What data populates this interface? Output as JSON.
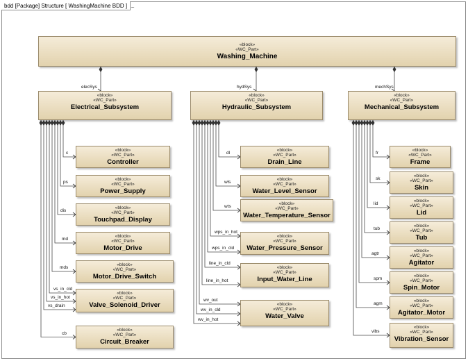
{
  "diagram": {
    "frame_label": "bdd [Package] Structure [ WashingMachine BDD ]",
    "stereotypes": [
      "«block»",
      "«WC_Part»"
    ],
    "root": {
      "name": "Washing_Machine"
    },
    "subsystems": [
      {
        "name": "Electrical_Subsystem",
        "role": "elecSys"
      },
      {
        "name": "Hydraulic_Subsystem",
        "role": "hydSys"
      },
      {
        "name": "Mechanical_Subsystem",
        "role": "mechSys"
      }
    ],
    "electrical_parts": [
      {
        "name": "Controller",
        "roles": [
          "c"
        ]
      },
      {
        "name": "Power_Supply",
        "roles": [
          "ps"
        ]
      },
      {
        "name": "Touchpad_Display",
        "roles": [
          "dis"
        ]
      },
      {
        "name": "Motor_Drive",
        "roles": [
          "md"
        ]
      },
      {
        "name": "Motor_Drive_Switch",
        "roles": [
          "mds"
        ]
      },
      {
        "name": "Valve_Solenoid_Driver",
        "roles": [
          "vs_in_cld",
          "vs_in_hot",
          "vs_drain"
        ]
      },
      {
        "name": "Circuit_Breaker",
        "roles": [
          "cb"
        ]
      }
    ],
    "hydraulic_parts": [
      {
        "name": "Drain_Line",
        "roles": [
          "dl"
        ]
      },
      {
        "name": "Water_Level_Sensor",
        "roles": [
          "wls"
        ]
      },
      {
        "name": "Water_Temperature_Sensor",
        "roles": [
          "wts"
        ]
      },
      {
        "name": "Water_Pressure_Sensor",
        "roles": [
          "wps_in_hot",
          "wps_in_cld"
        ]
      },
      {
        "name": "Input_Water_Line",
        "roles": [
          "line_in_cld",
          "line_in_hot"
        ]
      },
      {
        "name": "Water_Valve",
        "roles": [
          "wv_out",
          "wv_in_cld",
          "wv_in_hot"
        ]
      }
    ],
    "mechanical_parts": [
      {
        "name": "Frame",
        "roles": [
          "fr"
        ]
      },
      {
        "name": "Skin",
        "roles": [
          "sk"
        ]
      },
      {
        "name": "Lid",
        "roles": [
          "lid"
        ]
      },
      {
        "name": "Tub",
        "roles": [
          "tub"
        ]
      },
      {
        "name": "Agitator",
        "roles": [
          "agtr"
        ]
      },
      {
        "name": "Spin_Motor",
        "roles": [
          "spm"
        ]
      },
      {
        "name": "Agitator_Motor",
        "roles": [
          "agm"
        ]
      },
      {
        "name": "Vibration_Sensor",
        "roles": [
          "vibs"
        ]
      }
    ]
  }
}
